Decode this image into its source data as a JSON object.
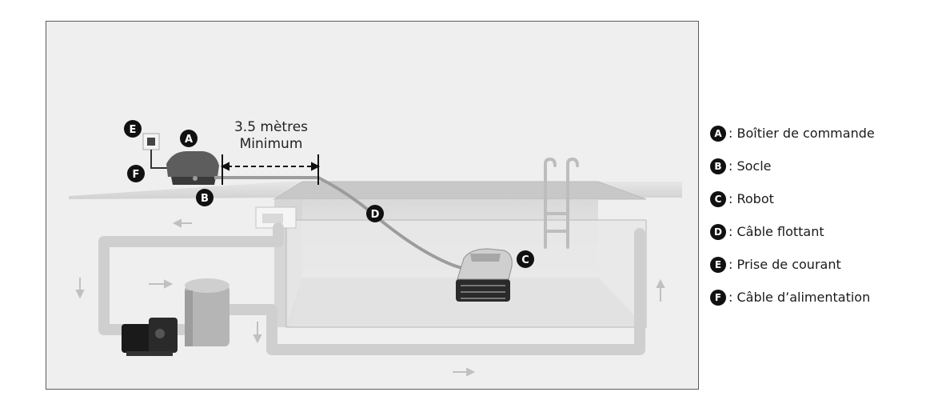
{
  "distance_label": {
    "line1": "3.5 mètres",
    "line2": "Minimum"
  },
  "markers": {
    "A": "A",
    "B": "B",
    "C": "C",
    "D": "D",
    "E": "E",
    "F": "F"
  },
  "legend": [
    {
      "key": "A",
      "text": ": Boîtier de commande"
    },
    {
      "key": "B",
      "text": ": Socle"
    },
    {
      "key": "C",
      "text": ": Robot"
    },
    {
      "key": "D",
      "text": ": Câble flottant"
    },
    {
      "key": "E",
      "text": ": Prise de courant"
    },
    {
      "key": "F",
      "text": ": Câble d’alimentation"
    }
  ],
  "colors": {
    "badge": "#111111",
    "pipe": "#d0d0d0",
    "water": "#e3e3e3",
    "deck": "#dcdcdc",
    "cable": "#8a8a8a"
  }
}
